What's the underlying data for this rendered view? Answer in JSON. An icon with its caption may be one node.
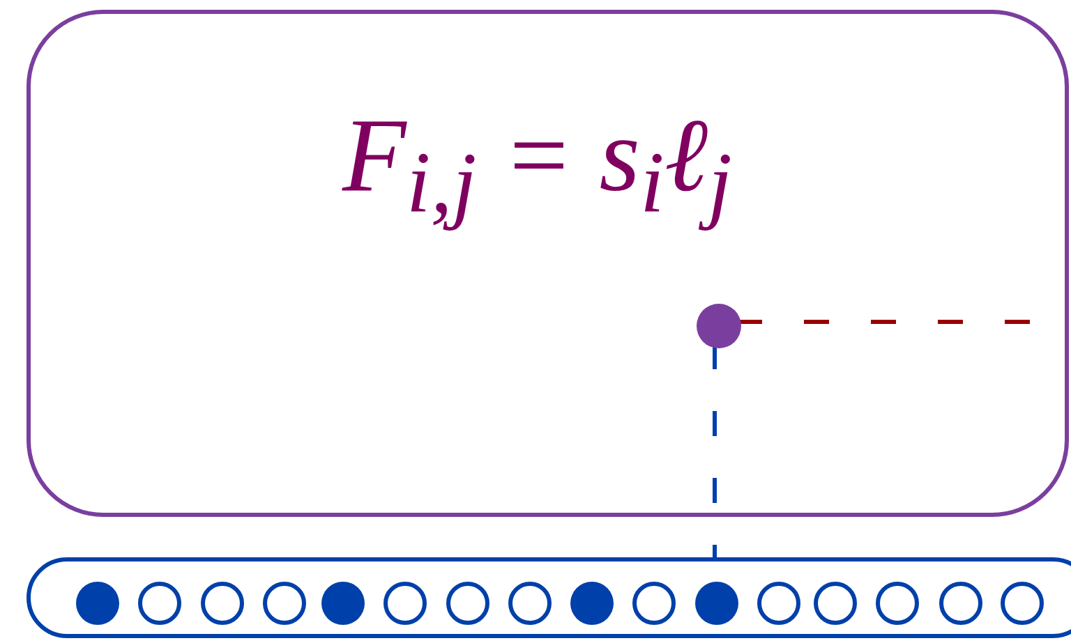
{
  "diagram": {
    "nodes": [
      {
        "text": [
          "F$_{i,j}$ = s$_{i}$ℓ$_{j}$"
        ]
      },
      {
        "text": [],
        "shape": "dot",
        "in": 0
      },
      {
        "text": [],
        "shape": "bar"
      },
      {
        "text": [],
        "shape": "dot",
        "in": 2
      },
      {
        "text": [],
        "shape": "circle",
        "in": 2
      },
      {
        "text": [],
        "shape": "circle",
        "in": 2
      },
      {
        "text": [],
        "shape": "circle",
        "in": 2
      },
      {
        "text": [],
        "shape": "dot",
        "in": 2
      },
      {
        "text": [],
        "shape": "circle",
        "in": 2
      },
      {
        "text": [],
        "shape": "circle",
        "in": 2
      },
      {
        "text": [],
        "shape": "circle",
        "in": 2
      },
      {
        "text": [],
        "shape": "dot",
        "in": 2
      },
      {
        "text": [],
        "shape": "circle",
        "in": 2
      },
      {
        "text": [],
        "shape": "dot",
        "in": 2
      },
      {
        "text": [],
        "shape": "circle",
        "in": 2
      },
      {
        "text": [],
        "shape": "circle",
        "in": 2
      },
      {
        "text": [],
        "shape": "circle",
        "in": 2
      },
      {
        "text": [],
        "shape": "circle",
        "in": 2
      },
      {
        "text": [],
        "shape": "circle",
        "in": 2
      }
    ],
    "edges": [
      {
        "from": 1,
        "to": null,
        "arrow": "none",
        "style": "dashed",
        "color": "#990000"
      },
      {
        "from": 1,
        "to": 2,
        "arrow": "none",
        "style": "dashed",
        "color": "#0040aa"
      }
    ]
  }
}
